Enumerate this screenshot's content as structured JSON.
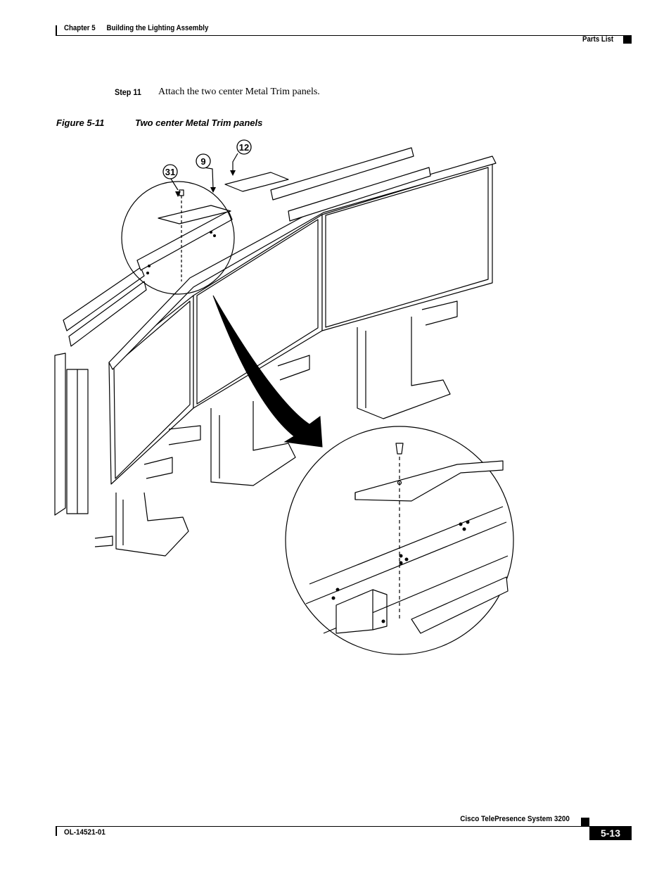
{
  "header": {
    "chapter": "Chapter 5",
    "chapter_title": "Building the Lighting Assembly",
    "section": "Parts List"
  },
  "step": {
    "label": "Step 11",
    "text": "Attach the two center Metal Trim panels."
  },
  "figure": {
    "number": "Figure 5-11",
    "title": "Two center Metal Trim panels",
    "callouts": [
      "31",
      "9",
      "12"
    ]
  },
  "footer": {
    "product": "Cisco TelePresence System 3200",
    "doc_number": "OL-14521-01",
    "page": "5-13"
  }
}
